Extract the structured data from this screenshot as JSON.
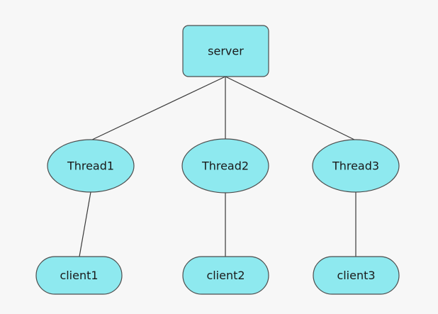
{
  "diagram": {
    "nodes": {
      "server": {
        "label": "server"
      },
      "thread1": {
        "label": "Thread1"
      },
      "thread2": {
        "label": "Thread2"
      },
      "thread3": {
        "label": "Thread3"
      },
      "client1": {
        "label": "client1"
      },
      "client2": {
        "label": "client2"
      },
      "client3": {
        "label": "client3"
      }
    },
    "edges": [
      {
        "from": "server",
        "to": "thread1"
      },
      {
        "from": "server",
        "to": "thread2"
      },
      {
        "from": "server",
        "to": "thread3"
      },
      {
        "from": "thread1",
        "to": "client1"
      },
      {
        "from": "thread2",
        "to": "client2"
      },
      {
        "from": "thread3",
        "to": "client3"
      }
    ],
    "colors": {
      "node_fill": "#8ee9ef",
      "node_stroke": "#4d4d4d",
      "edge": "#3a3a3a",
      "background": "#f7f7f7"
    }
  }
}
